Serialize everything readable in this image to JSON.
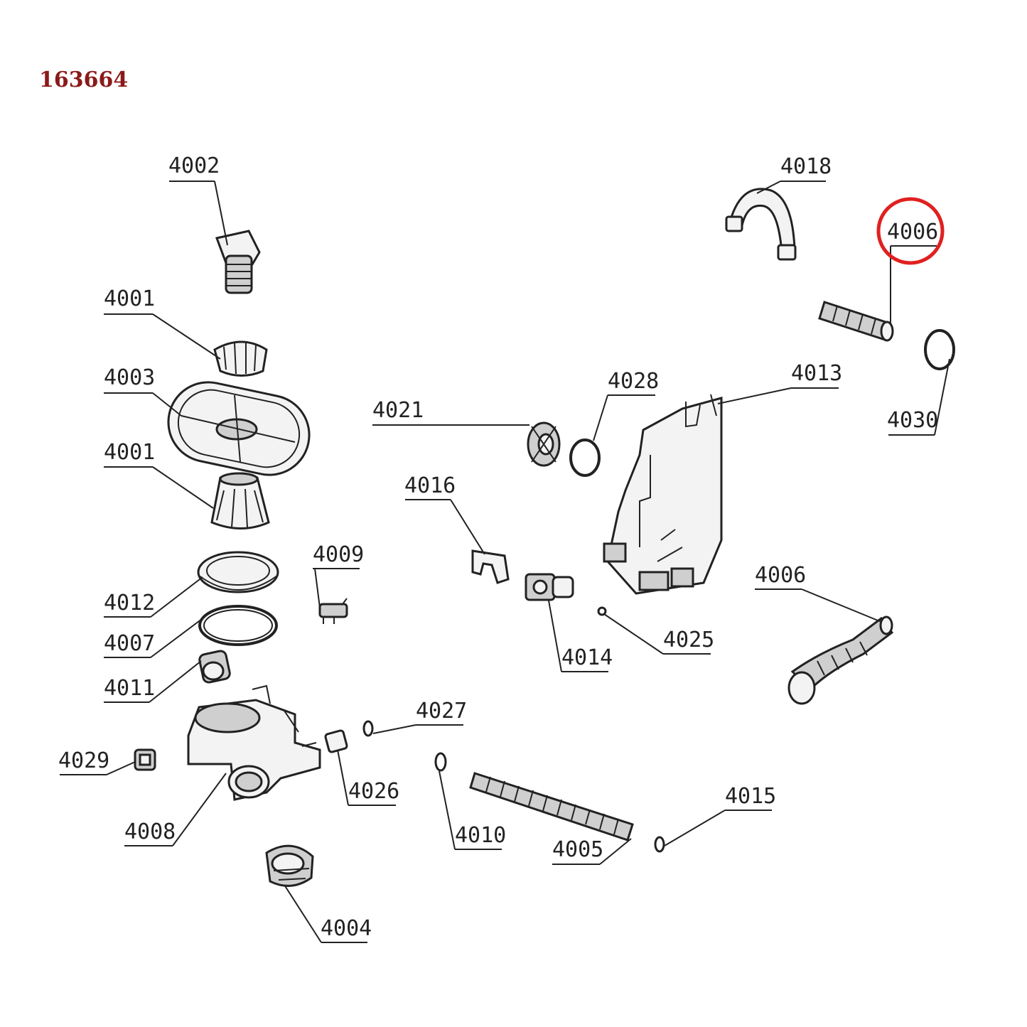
{
  "diagram_code": "163664",
  "highlight": {
    "target": "4006",
    "color": "#e02020"
  },
  "labels": {
    "l4002": "4002",
    "l4001a": "4001",
    "l4003": "4003",
    "l4001b": "4001",
    "l4012": "4012",
    "l4007": "4007",
    "l4011": "4011",
    "l4029": "4029",
    "l4008": "4008",
    "l4004": "4004",
    "l4009": "4009",
    "l4026": "4026",
    "l4027": "4027",
    "l4010": "4010",
    "l4005": "4005",
    "l4015": "4015",
    "l4021": "4021",
    "l4028": "4028",
    "l4016": "4016",
    "l4014": "4014",
    "l4025": "4025",
    "l4013": "4013",
    "l4018": "4018",
    "l4006a": "4006",
    "l4030": "4030",
    "l4006b": "4006"
  }
}
